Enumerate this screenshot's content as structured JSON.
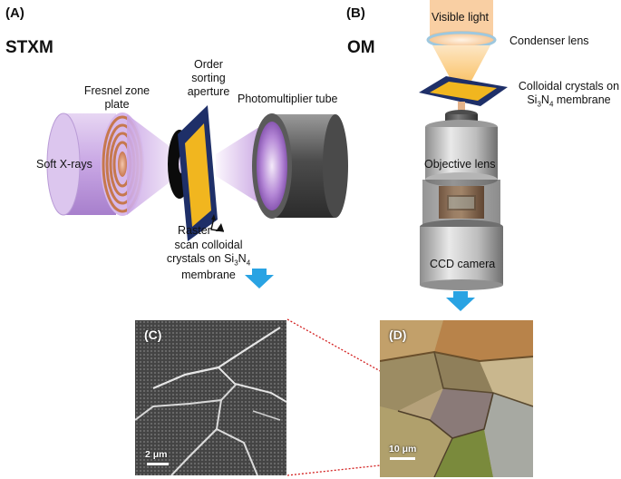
{
  "panel_a": {
    "id": "(A)",
    "title": "STXM",
    "labels": {
      "fresnel": "Fresnel zone plate",
      "order_sorting": "Order sorting aperture",
      "photomultiplier": "Photomultiplier tube",
      "soft_xrays": "Soft X-rays",
      "raster_line1": "Raster",
      "raster_line2": "scan colloidal",
      "raster_line3": "crystals on Si",
      "raster_sub3": "3",
      "raster_mid": "N",
      "raster_sub4": "4",
      "raster_line4": "membrane"
    }
  },
  "panel_b": {
    "id": "(B)",
    "title": "OM",
    "labels": {
      "visible_light": "Visible light",
      "condenser": "Condenser lens",
      "colloidal_line1": "Colloidal crystals on",
      "colloidal_si": "Si",
      "colloidal_sub3": "3",
      "colloidal_n": "N",
      "colloidal_sub4": "4",
      "colloidal_tail": " membrane",
      "objective": "Objective lens",
      "ccd": "CCD camera"
    }
  },
  "panel_c": {
    "id": "(C)",
    "scale": "2 μm"
  },
  "panel_d": {
    "id": "(D)",
    "scale": "10 μm"
  },
  "colors": {
    "arrow": "#29a3e3",
    "zoom_lines": "#d32020",
    "membrane_frame": "#1e2f68",
    "membrane_fill": "#f1b61f",
    "xray_beam": "#b487d6"
  }
}
